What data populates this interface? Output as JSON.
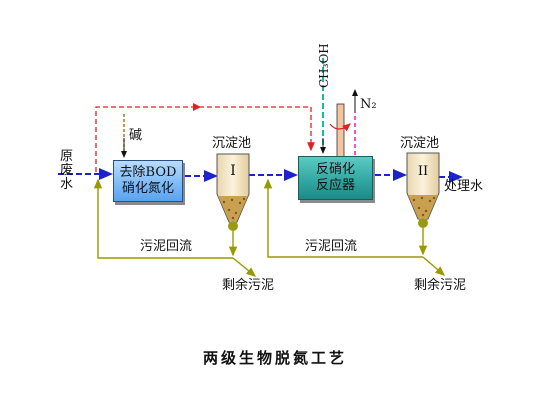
{
  "diagram": {
    "title": "两级生物脱氮工艺",
    "labels": {
      "raw_water": [
        "原",
        "废",
        "水"
      ],
      "alkali": "碱",
      "methanol": "CH₃OH",
      "nitrogen": "N₂",
      "settler_1": "沉淀池",
      "settler_2": "沉淀池",
      "roman_1": "I",
      "roman_2": "II",
      "treated_water": "处理水",
      "sludge_return_1": "污泥回流",
      "sludge_return_2": "污泥回流",
      "excess_sludge_1": "剩余污泥",
      "excess_sludge_2": "剩余污泥"
    },
    "boxes": {
      "bod_line1": "去除BOD",
      "bod_line2": "硝化氮化",
      "denit_line1": "反硝化",
      "denit_line2": "反应器"
    },
    "colors": {
      "water_flow": "#1f22cc",
      "recycle_dashed": "#dd2222",
      "sludge_line": "#999900",
      "alkali_feed": "#cc6a10",
      "methanol_feed": "#10c0a0",
      "gas_out": "#e020c0",
      "bod_tank": "#7fbcf8",
      "denit_tank": "#2fa59f",
      "settler": "#f5e6c8",
      "sludge_pile": "#c8a050"
    }
  }
}
